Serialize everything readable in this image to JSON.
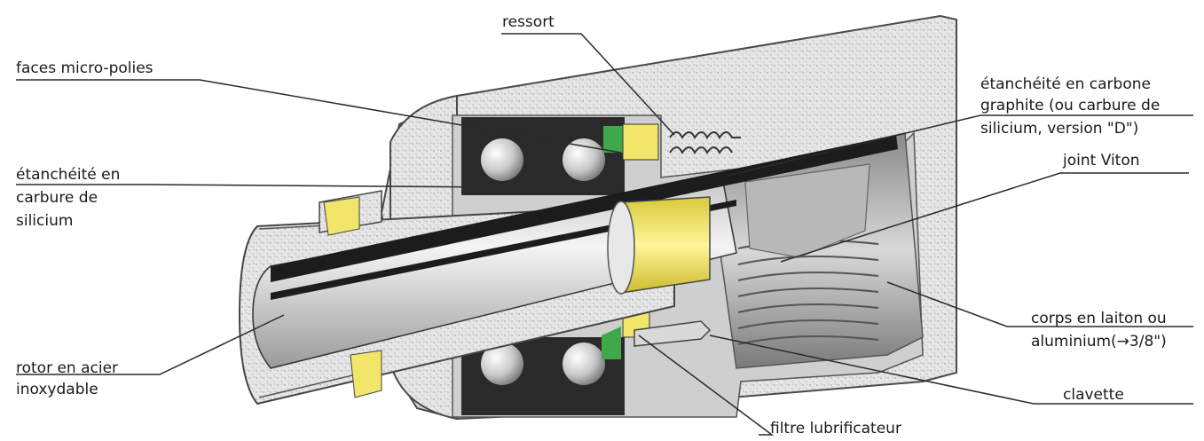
{
  "labels": {
    "ressort": "ressort",
    "faces": "faces micro-polies",
    "etancheite_carbure_1": "étanchéité en",
    "etancheite_carbure_2": "carbure de",
    "etancheite_carbure_3": "silicium",
    "etancheite_carbone_1": "étanchéité en carbone",
    "etancheite_carbone_2": "graphite (ou carbure de",
    "etancheite_carbone_3": "silicium, version \"D\")",
    "joint": "joint Viton",
    "corps_1": "corps en laiton ou",
    "corps_2": "aluminium(→3/8\")",
    "rotor_1": "rotor en acier",
    "rotor_2": "inoxydable",
    "clavette": "clavette",
    "filtre": "filtre lubrificateur"
  },
  "colors": {
    "body_speckle": "#e4e4e4",
    "body_shadow": "#9a9a9a",
    "seal_yellow": "#f2e66a",
    "filter_green": "#3fa84a",
    "bore_dark": "#1c1c1c",
    "leader": "#2a2a2a"
  }
}
